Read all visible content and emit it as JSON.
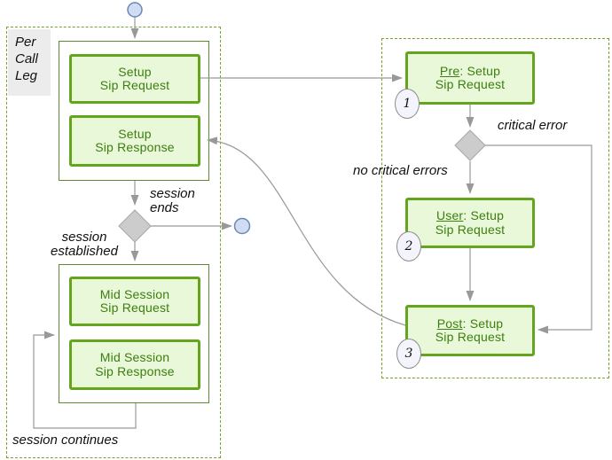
{
  "regions": {
    "per_call_leg": {
      "line1": "Per",
      "line2": "Call",
      "line3": "Leg"
    }
  },
  "nodes": {
    "setup_request": {
      "line1": "Setup",
      "line2": "Sip Request"
    },
    "setup_response": {
      "line1": "Setup",
      "line2": "Sip Response"
    },
    "mid_session_request": {
      "line1": "Mid Session",
      "line2": "Sip Request"
    },
    "mid_session_response": {
      "line1": "Mid Session",
      "line2": "Sip Response"
    },
    "pre_setup": {
      "prefix": "Pre",
      "suffix": ": Setup",
      "line2": "Sip Request",
      "badge": "1"
    },
    "user_setup": {
      "prefix": "User",
      "suffix": ": Setup",
      "line2": "Sip Request",
      "badge": "2"
    },
    "post_setup": {
      "prefix": "Post",
      "suffix": ": Setup",
      "line2": "Sip Request",
      "badge": "3"
    }
  },
  "edge_labels": {
    "session_ends_line1": "session",
    "session_ends_line2": "ends",
    "session_established_line1": "session",
    "session_established_line2": "established",
    "session_continues": "session continues",
    "critical_error": "critical error",
    "no_critical_errors": "no critical errors"
  },
  "colors": {
    "node_border": "#63a51d",
    "node_fill": "#e9f8d8",
    "node_text": "#3c7e10",
    "region_dashed_border": "#76a22e",
    "subbox_border": "#5d8a33",
    "wire_gray": "#999999",
    "diamond_fill": "#cccccc",
    "diamond_border": "#a6a6a6",
    "terminal_fill": "#cfdcf3",
    "terminal_border": "#6e88b5",
    "badge_fill": "#f4f4fd",
    "label_bg": "#ececec"
  }
}
